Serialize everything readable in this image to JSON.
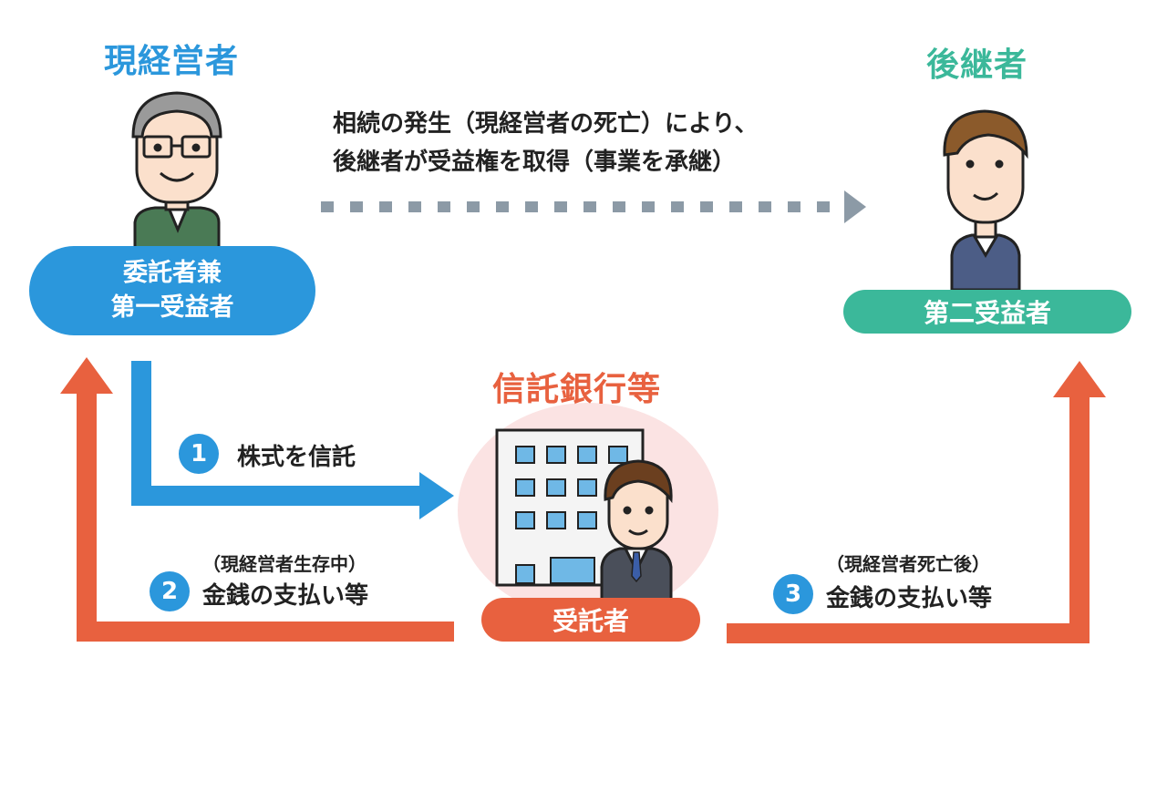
{
  "roles": {
    "current_owner_title": "現経営者",
    "successor_title": "後継者",
    "bank_title": "信託銀行等"
  },
  "labels": {
    "settlor_line1": "委託者兼",
    "settlor_line2": "第一受益者",
    "second_beneficiary": "第二受益者",
    "trustee": "受託者"
  },
  "note": {
    "line1": "相続の発生（現経営者の死亡）により、",
    "line2": "後継者が受益権を取得（事業を承継）"
  },
  "steps": [
    {
      "number": "1",
      "text": "株式を信託"
    },
    {
      "number": "2",
      "sub": "（現経営者生存中）",
      "text": "金銭の支払い等"
    },
    {
      "number": "3",
      "sub": "（現経営者死亡後）",
      "text": "金銭の支払い等"
    }
  ],
  "colors": {
    "blue": "#2b97dc",
    "teal": "#3bb89a",
    "orange": "#e8613f",
    "gray_arrow": "#8c9aa6",
    "pink_circle": "#fbe3e3"
  }
}
